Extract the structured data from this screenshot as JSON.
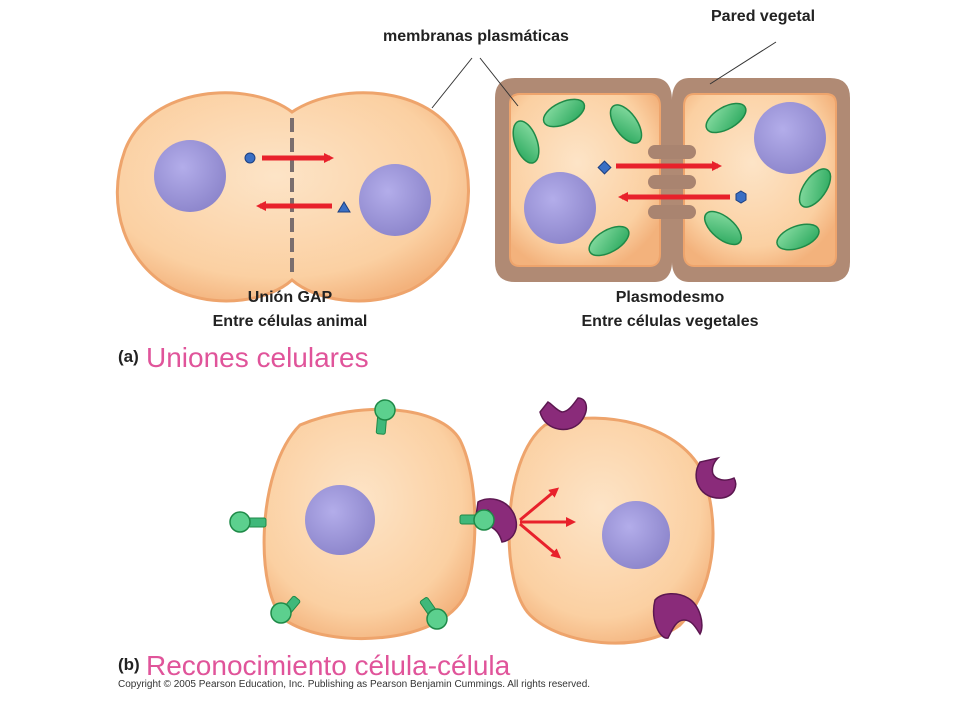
{
  "labels": {
    "pared_vegetal": "Pared vegetal",
    "membranas": "membranas plasmáticas",
    "gap_title": "Unión GAP",
    "gap_sub": "Entre células animal",
    "plasmo_title": "Plasmodesmo",
    "plasmo_sub": "Entre células vegetales"
  },
  "panel_a": {
    "letter": "(a)",
    "title": "Uniones celulares"
  },
  "panel_b": {
    "letter": "(b)",
    "title": "Reconocimiento célula-célula"
  },
  "copyright": "Copyright © 2005 Pearson Education, Inc. Publishing as Pearson Benjamin Cummings. All rights reserved.",
  "colors": {
    "cytoplasm": "#fbd3a8",
    "membrane": "#f0b07a",
    "nucleus": "#9d97d6",
    "cell_wall": "#b08a74",
    "chloroplast": "#3dba6e",
    "arrow": "#e8212b",
    "receptor": "#8a2b7a",
    "glycoprotein": "#3fb87a",
    "title": "#e0549a"
  }
}
